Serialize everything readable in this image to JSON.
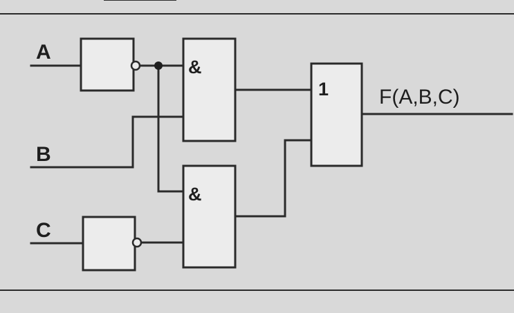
{
  "inputs": {
    "a": "A",
    "b": "B",
    "c": "C"
  },
  "gates": {
    "not_a": "",
    "and_top": "&",
    "and_bottom": "&",
    "or": "1",
    "not_c": ""
  },
  "output": "F(A,B,C)",
  "colors": {
    "line": "#2a2a2a",
    "background": "#d9d9d9",
    "gate_fill": "#ececec"
  }
}
